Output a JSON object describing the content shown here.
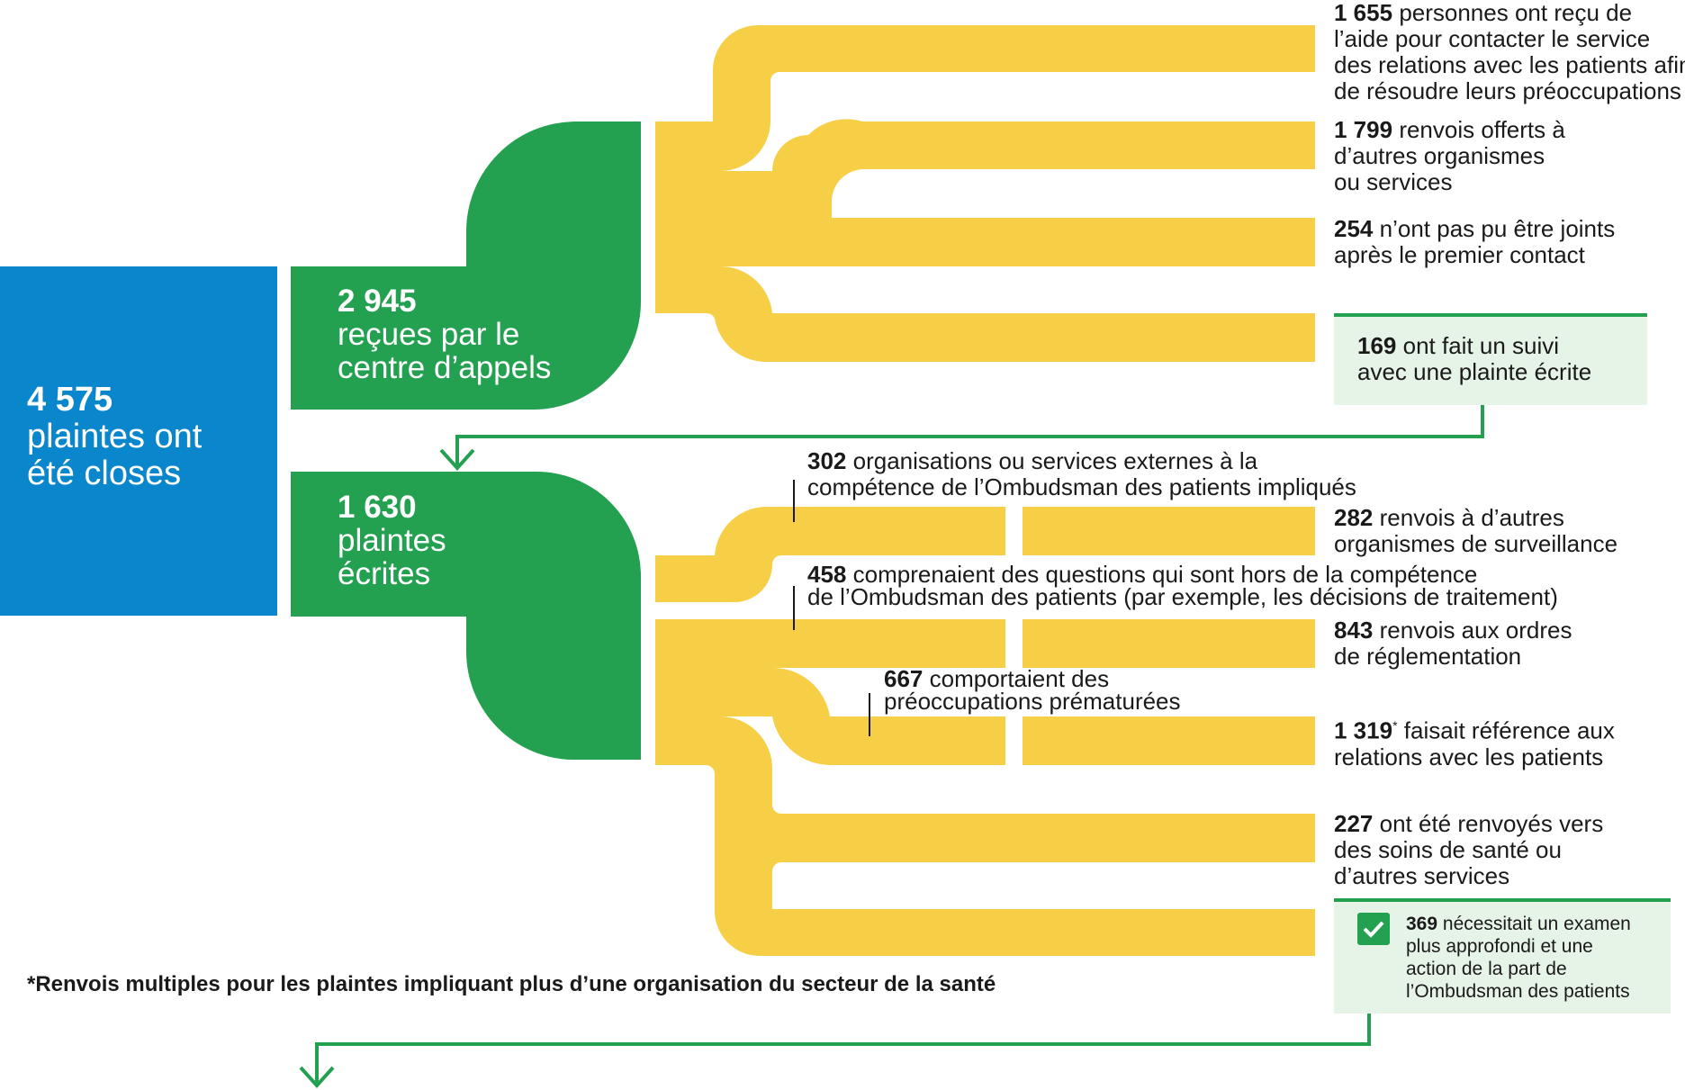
{
  "colors": {
    "blue": "#0a86cc",
    "green": "#24a150",
    "yellow": "#f6cf47",
    "light_green": "#e6f3e7",
    "text": "#1a1a1a"
  },
  "total": {
    "number": "4 575",
    "label": "plaintes ont\nété closes"
  },
  "call_centre": {
    "number": "2 945",
    "label": "reçues par le\ncentre d’appels"
  },
  "written": {
    "number": "1 630",
    "label": "plaintes\nécrites"
  },
  "call_outcomes": [
    {
      "number": "1 655",
      "text_1": "personnes ont reçu de",
      "text_2": "l’aide pour contacter le service",
      "text_3": "des relations avec les patients afin",
      "text_4": "de résoudre leurs préoccupations"
    },
    {
      "number": "1 799",
      "text_1": "renvois offerts à",
      "text_2": "d’autres organismes",
      "text_3": "ou services"
    },
    {
      "number": "254",
      "text_1": "n’ont pas pu être joints",
      "text_2": "après le premier contact"
    },
    {
      "number": "169",
      "text_1": "ont fait un suivi",
      "text_2": "avec une plainte écrite"
    }
  ],
  "written_notes": [
    {
      "number": "302",
      "text_1": "organisations ou services externes à la",
      "text_2": "compétence de l’Ombudsman des patients impliqués"
    },
    {
      "number": "458",
      "text_1": "comprenaient des questions qui sont hors de la compétence",
      "text_2": "de l’Ombudsman des patients (par exemple, les décisions de traitement)"
    },
    {
      "number": "667",
      "text_1": "comportaient des",
      "text_2": "préoccupations prématurées"
    }
  ],
  "written_outcomes": [
    {
      "number": "282",
      "text_1": "renvois à d’autres",
      "text_2": "organismes de surveillance"
    },
    {
      "number": "843",
      "text_1": "renvois aux ordres",
      "text_2": "de réglementation"
    },
    {
      "number": "1 319",
      "marker": "*",
      "text_1": "faisait référence aux",
      "text_2": "relations avec les patients"
    },
    {
      "number": "227",
      "text_1": "ont été renvoyés vers",
      "text_2": "des soins de santé ou",
      "text_3": "d’autres services"
    },
    {
      "number": "369",
      "text_1": "nécessitait un examen",
      "text_2": "plus approfondi et une",
      "text_3": "action de la part de",
      "text_4": "l’Ombudsman des patients",
      "icon": "checkmark-icon"
    }
  ],
  "footnote": "*Renvois multiples pour les plaintes impliquant plus d’une organisation du secteur de la santé"
}
